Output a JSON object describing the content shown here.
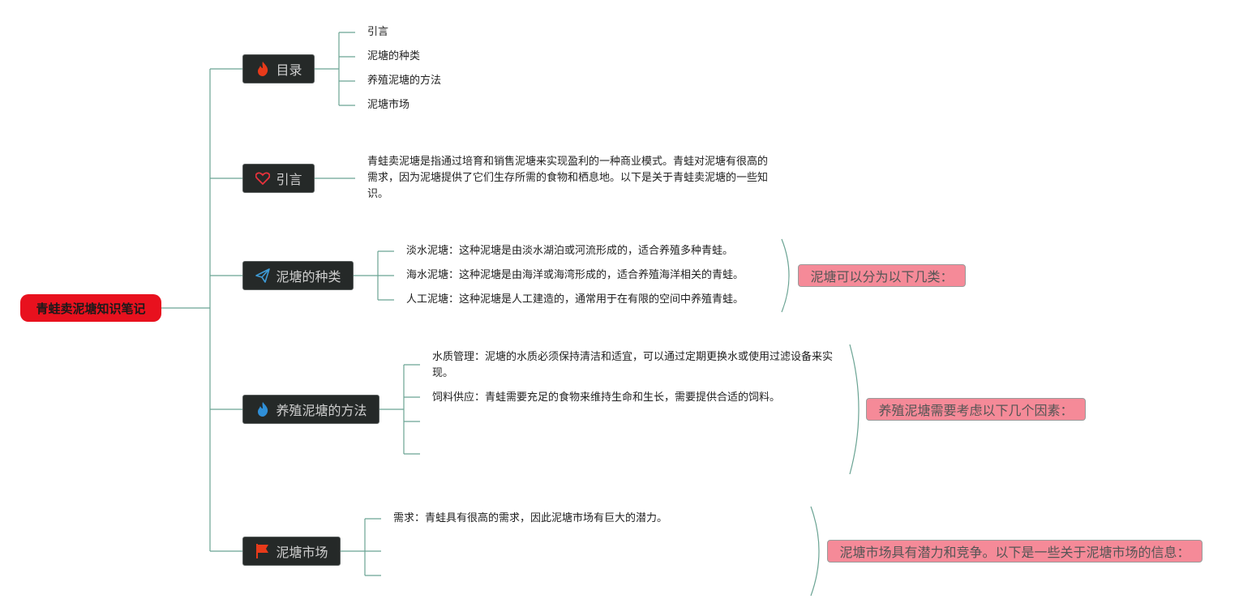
{
  "root": {
    "title": "青蛙卖泥塘知识笔记"
  },
  "branches": {
    "toc": {
      "label": "目录",
      "icon": "fire-icon",
      "items": [
        "引言",
        "泥塘的种类",
        "养殖泥塘的方法",
        "泥塘市场"
      ]
    },
    "intro": {
      "label": "引言",
      "icon": "heart-icon",
      "text": "青蛙卖泥塘是指通过培育和销售泥塘来实现盈利的一种商业模式。青蛙对泥塘有很高的需求，因为泥塘提供了它们生存所需的食物和栖息地。以下是关于青蛙卖泥塘的一些知识。"
    },
    "types": {
      "label": "泥塘的种类",
      "icon": "paper-plane-icon",
      "items": [
        "淡水泥塘：这种泥塘是由淡水湖泊或河流形成的，适合养殖多种青蛙。",
        "海水泥塘：这种泥塘是由海洋或海湾形成的，适合养殖海洋相关的青蛙。",
        "人工泥塘：这种泥塘是人工建造的，通常用于在有限的空间中养殖青蛙。"
      ],
      "summary": "泥塘可以分为以下几类："
    },
    "methods": {
      "label": "养殖泥塘的方法",
      "icon": "flame-blue-icon",
      "items": [
        "水质管理：泥塘的水质必须保持清洁和适宜，可以通过定期更换水或使用过滤设备来实现。",
        "饲料供应：青蛙需要充足的食物来维持生命和生长，需要提供合适的饲料。"
      ],
      "summary": "养殖泥塘需要考虑以下几个因素："
    },
    "market": {
      "label": "泥塘市场",
      "icon": "flag-icon",
      "items": [
        "需求：青蛙具有很高的需求，因此泥塘市场有巨大的潜力。"
      ],
      "summary": "泥塘市场具有潜力和竞争。以下是一些关于泥塘市场的信息："
    }
  },
  "colors": {
    "line": "#5f9e8a",
    "root": "#e8111e",
    "branch": "#252928",
    "summary": "#f58a98"
  }
}
